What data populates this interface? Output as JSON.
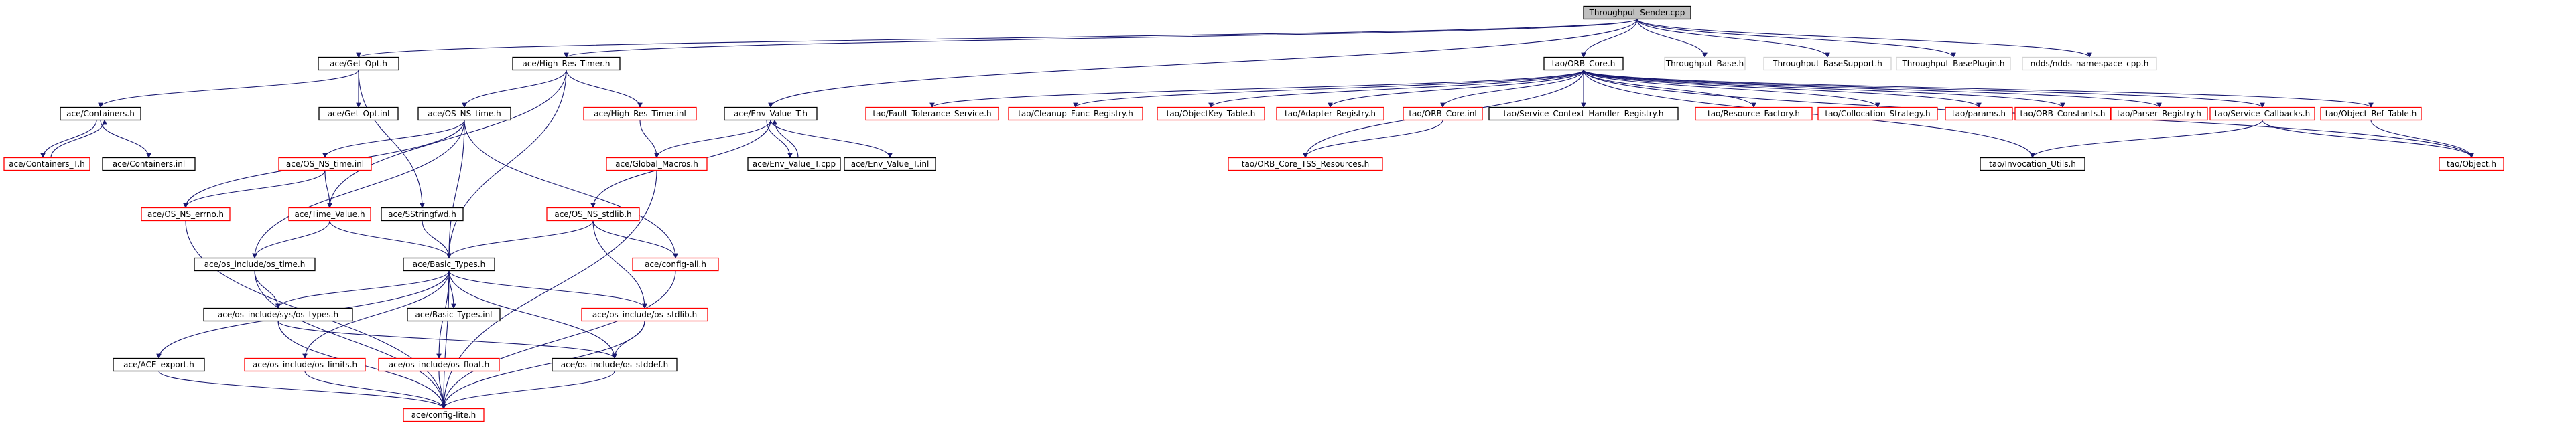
{
  "diagram": {
    "title": "",
    "colors": {
      "edge": "#191970",
      "root_fill": "#bfbfbf",
      "root_border": "#000000",
      "normal_border": "#000000",
      "incomplete_border": "#ff0000",
      "external_border": "#d3d3d3",
      "node_fill": "#ffffff"
    },
    "nodes": [
      {
        "id": "root",
        "label": "Throughput_Sender.cpp",
        "kind": "root"
      },
      {
        "id": "get_opt",
        "label": "ace/Get_Opt.h",
        "kind": "normal"
      },
      {
        "id": "hrt",
        "label": "ace/High_Res_Timer.h",
        "kind": "normal"
      },
      {
        "id": "orb_core",
        "label": "tao/ORB_Core.h",
        "kind": "normal"
      },
      {
        "id": "tp_base",
        "label": "Throughput_Base.h",
        "kind": "external"
      },
      {
        "id": "tp_basesupport",
        "label": "Throughput_BaseSupport.h",
        "kind": "external"
      },
      {
        "id": "tp_baseplugin",
        "label": "Throughput_BasePlugin.h",
        "kind": "external"
      },
      {
        "id": "ndds",
        "label": "ndds/ndds_namespace_cpp.h",
        "kind": "external"
      },
      {
        "id": "containers_h",
        "label": "ace/Containers.h",
        "kind": "normal"
      },
      {
        "id": "get_opt_inl",
        "label": "ace/Get_Opt.inl",
        "kind": "normal"
      },
      {
        "id": "os_ns_time",
        "label": "ace/OS_NS_time.h",
        "kind": "normal"
      },
      {
        "id": "hrt_inl",
        "label": "ace/High_Res_Timer.inl",
        "kind": "incomplete"
      },
      {
        "id": "env_value_t",
        "label": "ace/Env_Value_T.h",
        "kind": "normal"
      },
      {
        "id": "fault_tol",
        "label": "tao/Fault_Tolerance_Service.h",
        "kind": "incomplete"
      },
      {
        "id": "cleanup_func",
        "label": "tao/Cleanup_Func_Registry.h",
        "kind": "incomplete"
      },
      {
        "id": "objectkey_table",
        "label": "tao/ObjectKey_Table.h",
        "kind": "incomplete"
      },
      {
        "id": "adapter_reg",
        "label": "tao/Adapter_Registry.h",
        "kind": "incomplete"
      },
      {
        "id": "orb_core_inl",
        "label": "tao/ORB_Core.inl",
        "kind": "incomplete"
      },
      {
        "id": "svc_ctx",
        "label": "tao/Service_Context_Handler_Registry.h",
        "kind": "normal"
      },
      {
        "id": "resource_factory",
        "label": "tao/Resource_Factory.h",
        "kind": "incomplete"
      },
      {
        "id": "collocation",
        "label": "tao/Collocation_Strategy.h",
        "kind": "incomplete"
      },
      {
        "id": "params",
        "label": "tao/params.h",
        "kind": "incomplete"
      },
      {
        "id": "orb_constants",
        "label": "tao/ORB_Constants.h",
        "kind": "incomplete"
      },
      {
        "id": "parser_reg",
        "label": "tao/Parser_Registry.h",
        "kind": "incomplete"
      },
      {
        "id": "svc_callbacks",
        "label": "tao/Service_Callbacks.h",
        "kind": "incomplete"
      },
      {
        "id": "objref_table",
        "label": "tao/Object_Ref_Table.h",
        "kind": "incomplete"
      },
      {
        "id": "containers_t",
        "label": "ace/Containers_T.h",
        "kind": "incomplete"
      },
      {
        "id": "containers_inl",
        "label": "ace/Containers.inl",
        "kind": "normal"
      },
      {
        "id": "os_ns_time_inl",
        "label": "ace/OS_NS_time.inl",
        "kind": "incomplete"
      },
      {
        "id": "global_macros",
        "label": "ace/Global_Macros.h",
        "kind": "incomplete"
      },
      {
        "id": "env_value_t_cpp",
        "label": "ace/Env_Value_T.cpp",
        "kind": "normal"
      },
      {
        "id": "env_value_t_inl",
        "label": "ace/Env_Value_T.inl",
        "kind": "normal"
      },
      {
        "id": "orb_core_tss",
        "label": "tao/ORB_Core_TSS_Resources.h",
        "kind": "incomplete"
      },
      {
        "id": "invocation_utils",
        "label": "tao/Invocation_Utils.h",
        "kind": "normal"
      },
      {
        "id": "object_h",
        "label": "tao/Object.h",
        "kind": "incomplete"
      },
      {
        "id": "os_ns_errno",
        "label": "ace/OS_NS_errno.h",
        "kind": "incomplete"
      },
      {
        "id": "time_value",
        "label": "ace/Time_Value.h",
        "kind": "incomplete"
      },
      {
        "id": "sstringfwd",
        "label": "ace/SStringfwd.h",
        "kind": "normal"
      },
      {
        "id": "os_ns_stdlib",
        "label": "ace/OS_NS_stdlib.h",
        "kind": "incomplete"
      },
      {
        "id": "os_time",
        "label": "ace/os_include/os_time.h",
        "kind": "normal"
      },
      {
        "id": "basic_types",
        "label": "ace/Basic_Types.h",
        "kind": "normal"
      },
      {
        "id": "config_all",
        "label": "ace/config-all.h",
        "kind": "incomplete"
      },
      {
        "id": "os_types",
        "label": "ace/os_include/sys/os_types.h",
        "kind": "normal"
      },
      {
        "id": "basic_types_inl",
        "label": "ace/Basic_Types.inl",
        "kind": "normal"
      },
      {
        "id": "os_stdlib",
        "label": "ace/os_include/os_stdlib.h",
        "kind": "incomplete"
      },
      {
        "id": "ace_export",
        "label": "ace/ACE_export.h",
        "kind": "normal"
      },
      {
        "id": "os_limits",
        "label": "ace/os_include/os_limits.h",
        "kind": "incomplete"
      },
      {
        "id": "os_float",
        "label": "ace/os_include/os_float.h",
        "kind": "incomplete"
      },
      {
        "id": "os_stddef",
        "label": "ace/os_include/os_stddef.h",
        "kind": "normal"
      },
      {
        "id": "config_lite",
        "label": "ace/config-lite.h",
        "kind": "incomplete"
      }
    ],
    "edges": [
      [
        "root",
        "get_opt"
      ],
      [
        "root",
        "hrt"
      ],
      [
        "root",
        "orb_core"
      ],
      [
        "root",
        "tp_base"
      ],
      [
        "root",
        "tp_basesupport"
      ],
      [
        "root",
        "tp_baseplugin"
      ],
      [
        "root",
        "ndds"
      ],
      [
        "root",
        "env_value_t"
      ],
      [
        "get_opt",
        "containers_h"
      ],
      [
        "get_opt",
        "get_opt_inl"
      ],
      [
        "get_opt",
        "sstringfwd"
      ],
      [
        "hrt",
        "os_ns_time"
      ],
      [
        "hrt",
        "hrt_inl"
      ],
      [
        "hrt",
        "time_value"
      ],
      [
        "hrt",
        "basic_types"
      ],
      [
        "orb_core",
        "fault_tol"
      ],
      [
        "orb_core",
        "cleanup_func"
      ],
      [
        "orb_core",
        "objectkey_table"
      ],
      [
        "orb_core",
        "adapter_reg"
      ],
      [
        "orb_core",
        "orb_core_inl"
      ],
      [
        "orb_core",
        "svc_ctx"
      ],
      [
        "orb_core",
        "resource_factory"
      ],
      [
        "orb_core",
        "collocation"
      ],
      [
        "orb_core",
        "params"
      ],
      [
        "orb_core",
        "orb_constants"
      ],
      [
        "orb_core",
        "parser_reg"
      ],
      [
        "orb_core",
        "svc_callbacks"
      ],
      [
        "orb_core",
        "objref_table"
      ],
      [
        "orb_core",
        "orb_core_tss"
      ],
      [
        "orb_core",
        "invocation_utils"
      ],
      [
        "orb_core",
        "object_h"
      ],
      [
        "containers_h",
        "containers_t"
      ],
      [
        "containers_h",
        "containers_inl"
      ],
      [
        "containers_t",
        "containers_h"
      ],
      [
        "os_ns_time",
        "os_ns_time_inl"
      ],
      [
        "os_ns_time",
        "os_ns_errno"
      ],
      [
        "os_ns_time",
        "os_time"
      ],
      [
        "os_ns_time",
        "basic_types"
      ],
      [
        "os_ns_time",
        "config_all"
      ],
      [
        "hrt_inl",
        "global_macros"
      ],
      [
        "env_value_t",
        "global_macros"
      ],
      [
        "env_value_t",
        "env_value_t_cpp"
      ],
      [
        "env_value_t",
        "env_value_t_inl"
      ],
      [
        "env_value_t",
        "os_ns_stdlib"
      ],
      [
        "env_value_t_cpp",
        "env_value_t"
      ],
      [
        "orb_core_inl",
        "orb_core_tss"
      ],
      [
        "svc_callbacks",
        "invocation_utils"
      ],
      [
        "svc_callbacks",
        "object_h"
      ],
      [
        "objref_table",
        "object_h"
      ],
      [
        "os_ns_time_inl",
        "os_ns_errno"
      ],
      [
        "os_ns_time_inl",
        "time_value"
      ],
      [
        "global_macros",
        "config_lite"
      ],
      [
        "os_ns_errno",
        "config_lite"
      ],
      [
        "time_value",
        "os_time"
      ],
      [
        "time_value",
        "basic_types"
      ],
      [
        "sstringfwd",
        "basic_types"
      ],
      [
        "os_ns_stdlib",
        "basic_types"
      ],
      [
        "os_ns_stdlib",
        "config_all"
      ],
      [
        "os_ns_stdlib",
        "os_stdlib"
      ],
      [
        "os_time",
        "os_types"
      ],
      [
        "os_time",
        "config_lite"
      ],
      [
        "basic_types",
        "os_types"
      ],
      [
        "basic_types",
        "basic_types_inl"
      ],
      [
        "basic_types",
        "os_stdlib"
      ],
      [
        "basic_types",
        "ace_export"
      ],
      [
        "basic_types",
        "os_limits"
      ],
      [
        "basic_types",
        "os_float"
      ],
      [
        "basic_types",
        "os_stddef"
      ],
      [
        "basic_types",
        "config_lite"
      ],
      [
        "config_all",
        "config_lite"
      ],
      [
        "os_types",
        "os_stddef"
      ],
      [
        "os_types",
        "config_lite"
      ],
      [
        "os_stdlib",
        "os_stddef"
      ],
      [
        "os_stdlib",
        "config_lite"
      ],
      [
        "ace_export",
        "config_lite"
      ],
      [
        "os_limits",
        "config_lite"
      ],
      [
        "os_float",
        "config_lite"
      ],
      [
        "os_stddef",
        "config_lite"
      ]
    ]
  }
}
